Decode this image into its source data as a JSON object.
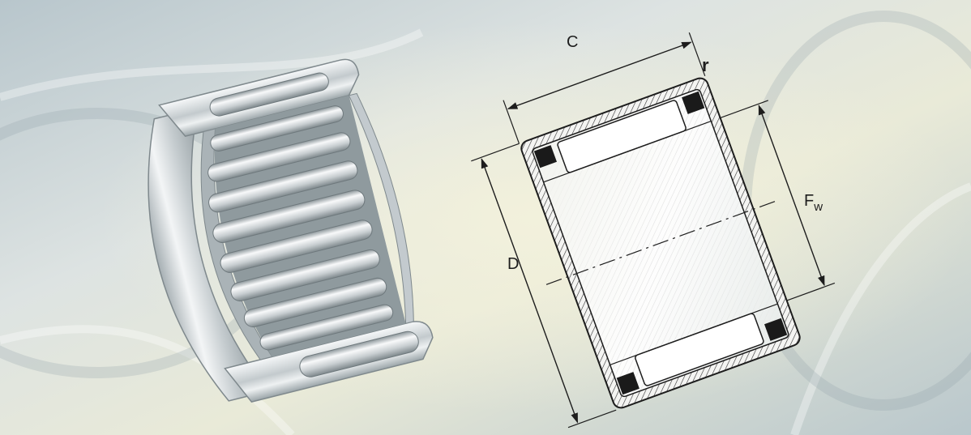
{
  "labels": {
    "width": "C",
    "radius": "r",
    "outer_diameter": "D",
    "roller_diameter_main": "F",
    "roller_diameter_sub": "w"
  },
  "colors": {
    "background": "#c9d4d8",
    "bearing_metal": "#d8dde0",
    "line": "#1d1d1d",
    "seal": "#1a1a1a"
  }
}
